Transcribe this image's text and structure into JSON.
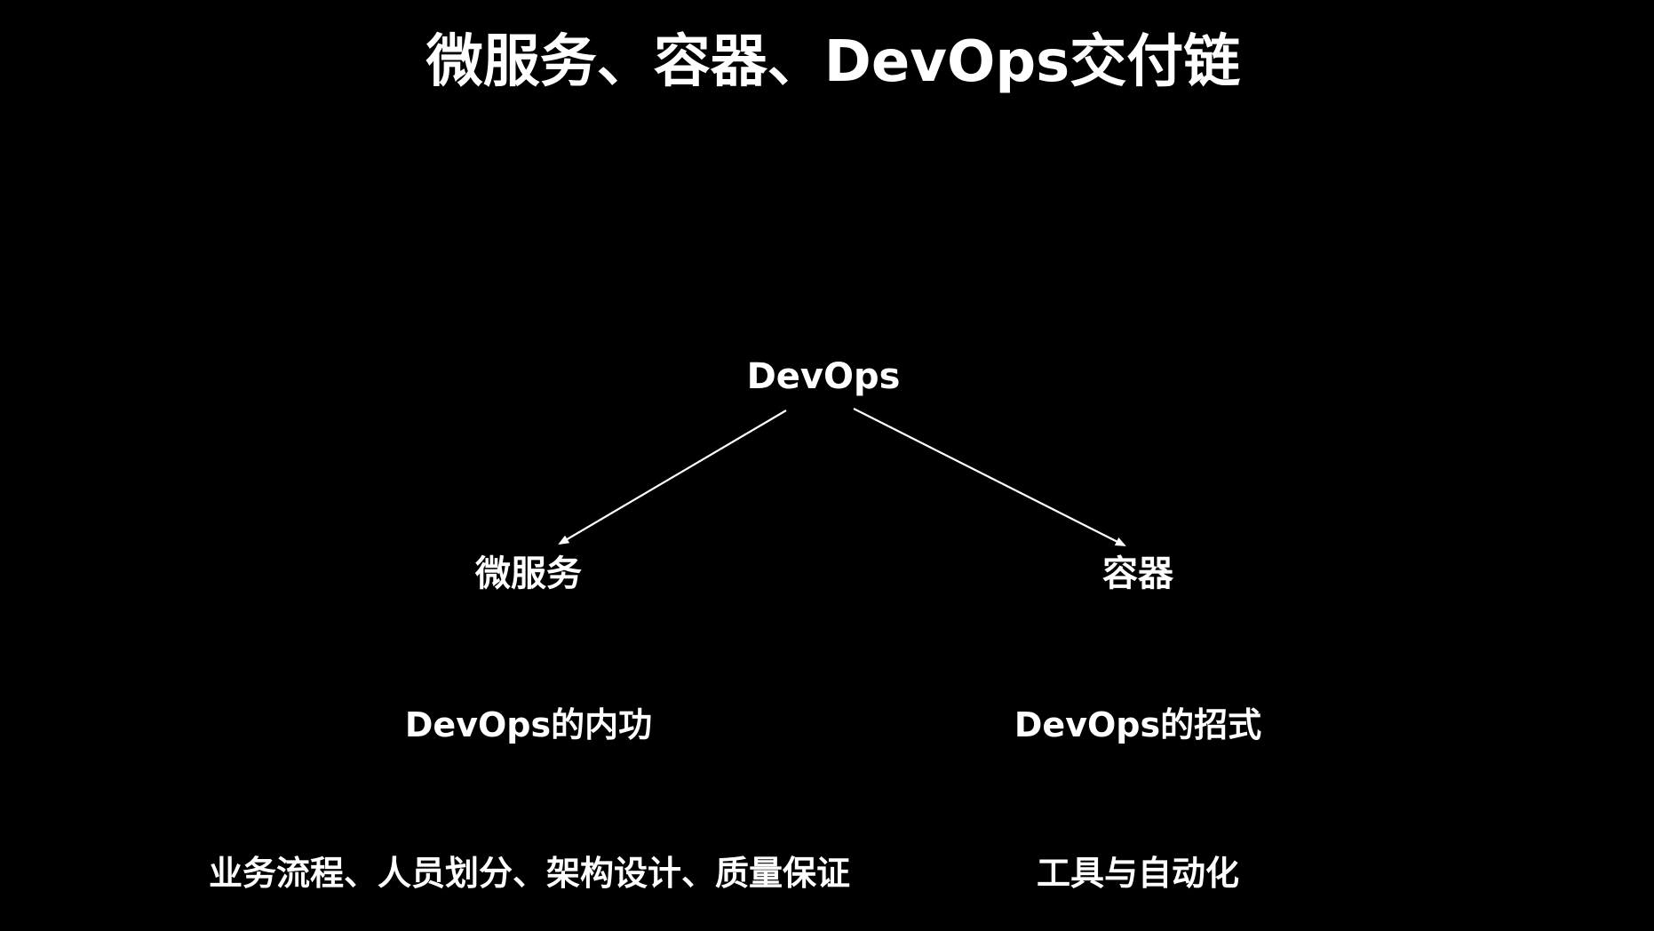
{
  "colors": {
    "background": "#000000",
    "text": "#ffffff",
    "arrow": "#ffffff"
  },
  "slide": {
    "title": "微服务、容器、DevOps交付链"
  },
  "diagram": {
    "root": {
      "label": "DevOps"
    },
    "children": [
      {
        "label": "微服务",
        "subtitle": "DevOps的内功",
        "detail": "业务流程、人员划分、架构设计、质量保证"
      },
      {
        "label": "容器",
        "subtitle": "DevOps的招式",
        "detail": "工具与自动化"
      }
    ]
  }
}
